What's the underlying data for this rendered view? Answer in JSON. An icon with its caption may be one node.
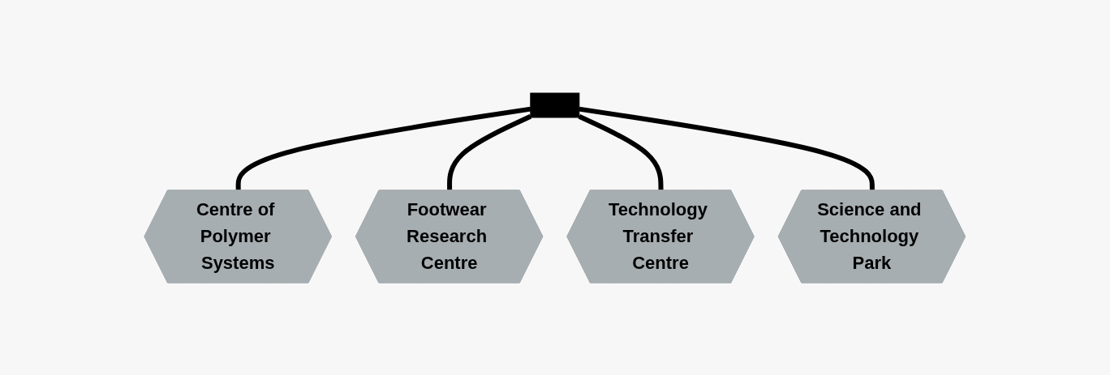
{
  "diagram": {
    "nodes": [
      {
        "text": [],
        "shape": "bar"
      },
      {
        "text": [
          "Centre of Polymer Systems"
        ]
      },
      {
        "text": [
          "Footwear Research Centre"
        ]
      },
      {
        "text": [
          "Technology Transfer Centre"
        ]
      },
      {
        "text": [
          "Science and Technology Park"
        ]
      }
    ],
    "edges": [
      {
        "from": 0,
        "to": 1,
        "arrow": "none"
      },
      {
        "from": 0,
        "to": 2,
        "arrow": "none"
      },
      {
        "from": 0,
        "to": 3,
        "arrow": "none"
      },
      {
        "from": 0,
        "to": 4,
        "arrow": "none"
      }
    ]
  }
}
